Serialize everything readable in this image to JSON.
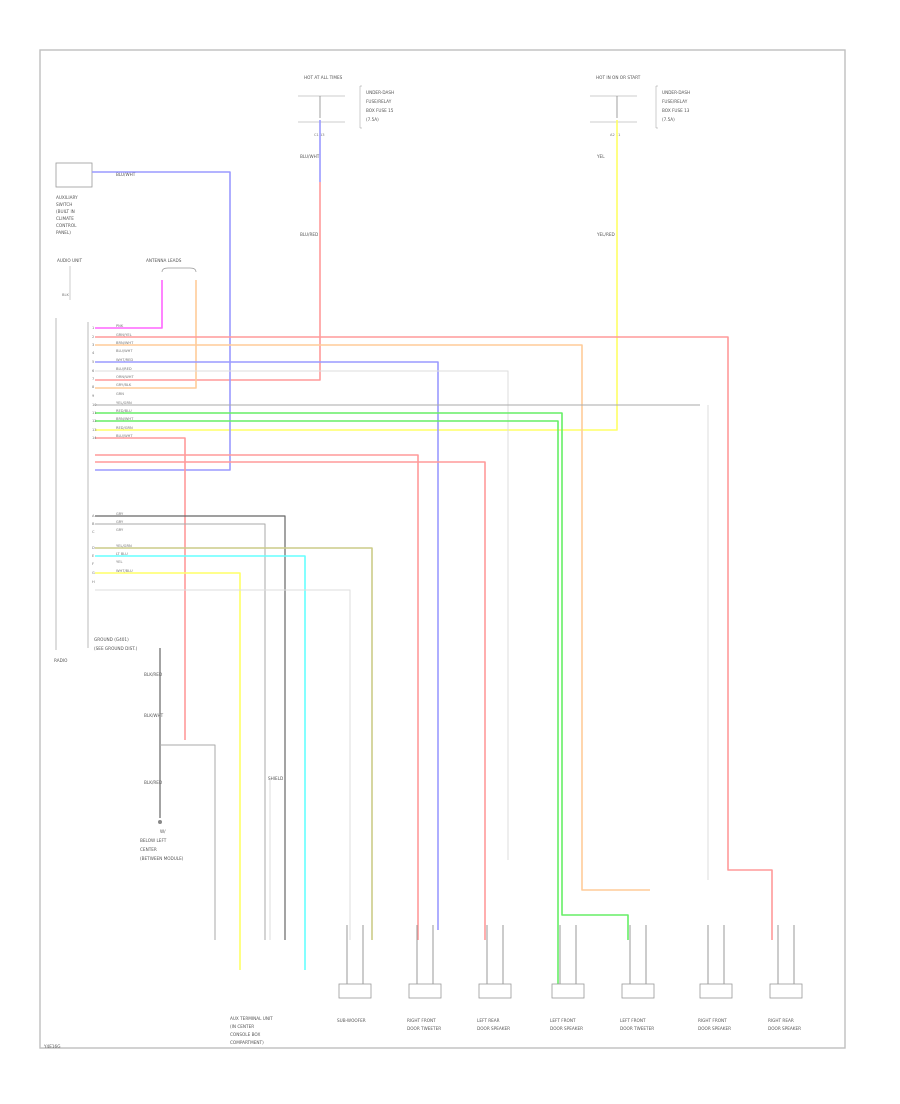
{
  "footer": {
    "code": "Y4E16G"
  },
  "fuses": {
    "left": {
      "title": "HOT AT ALL TIMES",
      "lines": [
        "UNDER-DASH",
        "FUSE/RELAY",
        "BOX FUSE 15",
        "(7.5A)"
      ],
      "pin": "C1 13",
      "wire1": "BLU/WHT",
      "wire2": "BLU/RED"
    },
    "right": {
      "title": "HOT IN ON OR START",
      "lines": [
        "UNDER-DASH",
        "FUSE/RELAY",
        "BOX FUSE 13",
        "(7.5A)"
      ],
      "pin": "A2 11",
      "wire1": "YEL",
      "wire2": "YEL/RED"
    }
  },
  "switch": {
    "wire": "BLU/WHT",
    "lines": [
      "AUXILIARY",
      "SWITCH",
      "(BUILT IN",
      "CLIMATE",
      "CONTROL",
      "PANEL)"
    ]
  },
  "antenna": {
    "label": "ANTENNA LEADS"
  },
  "radio": {
    "title": "AUDIO UNIT",
    "label": "RADIO",
    "ground_wire": "BLK",
    "top_pins": [
      {
        "n": "1",
        "wire": "PNK"
      },
      {
        "n": "2",
        "wire": "GRN/YEL"
      },
      {
        "n": "3",
        "wire": "BRN/WHT"
      },
      {
        "n": "4",
        "wire": "BLU/WHT"
      },
      {
        "n": "5",
        "wire": "WHT/RED"
      },
      {
        "n": "6",
        "wire": "BLU/RED"
      },
      {
        "n": "7",
        "wire": "ORN/WHT"
      },
      {
        "n": "8",
        "wire": "GRY/BLK"
      },
      {
        "n": "9",
        "wire": "GRN"
      },
      {
        "n": "10",
        "wire": "YEL/GRN"
      },
      {
        "n": "11",
        "wire": "RED/BLU"
      },
      {
        "n": "12",
        "wire": "BRN/WHT"
      },
      {
        "n": "13",
        "wire": "RED/GRN"
      },
      {
        "n": "14",
        "wire": "BLU/WHT"
      }
    ],
    "bottom_pins": [
      {
        "n": "A",
        "wire": "GRY"
      },
      {
        "n": "B",
        "wire": "GRY"
      },
      {
        "n": "C",
        "wire": "GRY"
      },
      {
        "n": "D",
        "wire": "YEL/GRN"
      },
      {
        "n": "E",
        "wire": "LT BLU"
      },
      {
        "n": "F",
        "wire": "YEL"
      },
      {
        "n": "G",
        "wire": "WHT/BLU"
      },
      {
        "n": "H",
        "wire": ""
      }
    ],
    "ground_label": "GROUND (G401)",
    "ground_sub": "(SEE GROUND DIST.)"
  },
  "ground_chain": {
    "wires": [
      "BLK/RED",
      "BLK/WHT",
      "BLK/RED"
    ],
    "lines": [
      "W/",
      "BELOW LEFT",
      "CENTER",
      "(BETWEEN MODULE)"
    ]
  },
  "shield": {
    "label": "SHIELD"
  },
  "speakers": [
    {
      "name": "SUB-WOOFER",
      "lines": [
        "SUB-WOOFER"
      ]
    },
    {
      "name": "FRONT TWEETER",
      "lines": [
        "RIGHT FRONT",
        "DOOR TWEETER"
      ]
    },
    {
      "name": "REAR SPEAKER",
      "lines": [
        "LEFT REAR",
        "DOOR SPEAKER"
      ]
    },
    {
      "name": "LEFT FRONT SPEAKER",
      "lines": [
        "LEFT FRONT",
        "DOOR SPEAKER"
      ]
    },
    {
      "name": "LEFT FRONT TWEETER",
      "lines": [
        "LEFT FRONT",
        "DOOR TWEETER"
      ]
    },
    {
      "name": "RIGHT FRONT SPEAKER",
      "lines": [
        "RIGHT FRONT",
        "DOOR SPEAKER"
      ]
    },
    {
      "name": "RIGHT REAR SPEAKER",
      "lines": [
        "RIGHT REAR",
        "DOOR SPEAKER"
      ]
    }
  ],
  "aux_jack": {
    "lines": [
      "AUX TERMINAL UNIT",
      "(IN CENTER",
      "CONSOLE BOX",
      "COMPARTMENT)"
    ]
  },
  "colors": {
    "red": "#ff9a9a",
    "blue": "#9a9aff",
    "magenta": "#ff66ff",
    "orange": "#ffcc99",
    "yellow": "#ffff66",
    "green": "#66ee66",
    "cyan": "#66ffff",
    "gray": "#aaaaaa",
    "dark": "#666666"
  }
}
